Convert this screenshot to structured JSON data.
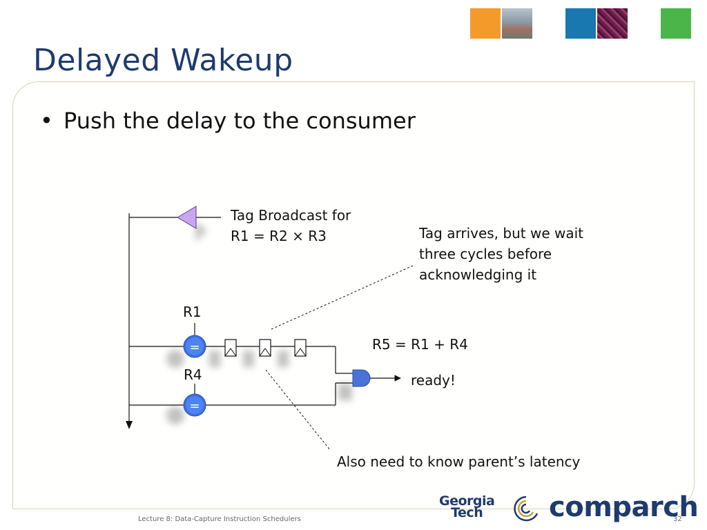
{
  "slide": {
    "title": "Delayed Wakeup",
    "bullets": [
      "Push the delay to the consumer"
    ],
    "page_number": "32",
    "footer": "Lecture 8: Data-Capture Instruction Schedulers"
  },
  "diagram": {
    "broadcast_label_line1": "Tag Broadcast for",
    "broadcast_label_line2": "R1 = R2 × R3",
    "annotation_wait_line1": "Tag arrives, but we wait",
    "annotation_wait_line2": "three cycles before",
    "annotation_wait_line3": "acknowledging it",
    "operand1": "R1",
    "operand2": "R4",
    "comparator_symbol": "=",
    "instruction": "R5 = R1 + R4",
    "output": "ready!",
    "annotation_latency": "Also need to know parent’s latency"
  },
  "logos": {
    "georgia_line1": "Georgia",
    "georgia_line2": "Tech",
    "comparch": "comparch"
  },
  "colors": {
    "title": "#1e3a6e",
    "thumb1": "#f39a2b",
    "thumb2": "#8a9aa8",
    "thumb3": "#1a78b0",
    "thumb4": "#8a2a5a",
    "thumb5": "#4bb54a",
    "comparator": "#3b6fe0",
    "and_gate": "#4a72d8",
    "driver": "#c9a6f0"
  }
}
